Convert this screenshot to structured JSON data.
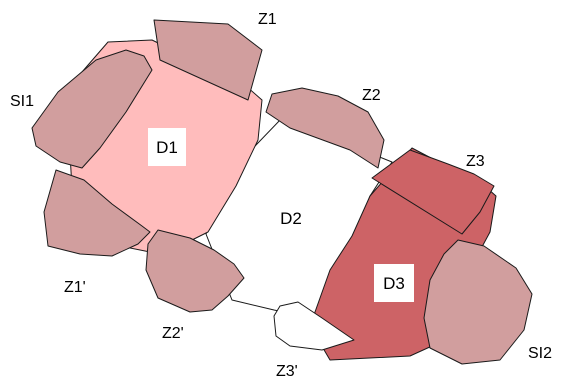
{
  "colors": {
    "D1": "#FFBCBC",
    "D2": "#FFFFFF",
    "D3": "#CD6366",
    "Z_light": "#D19E9E",
    "Z3": "#CD6366",
    "Z3_prime": "#FFFFFF",
    "SI": "#D19E9E",
    "label_box": "#FFFFFF"
  },
  "domains": {
    "D1": "D1",
    "D2": "D2",
    "D3": "D3"
  },
  "zones": {
    "Z1": "Z1",
    "Z1_prime": "Z1'",
    "Z2": "Z2",
    "Z2_prime": "Z2'",
    "Z3": "Z3",
    "Z3_prime": "Z3'",
    "SI1": "SI1",
    "SI2": "SI2"
  }
}
